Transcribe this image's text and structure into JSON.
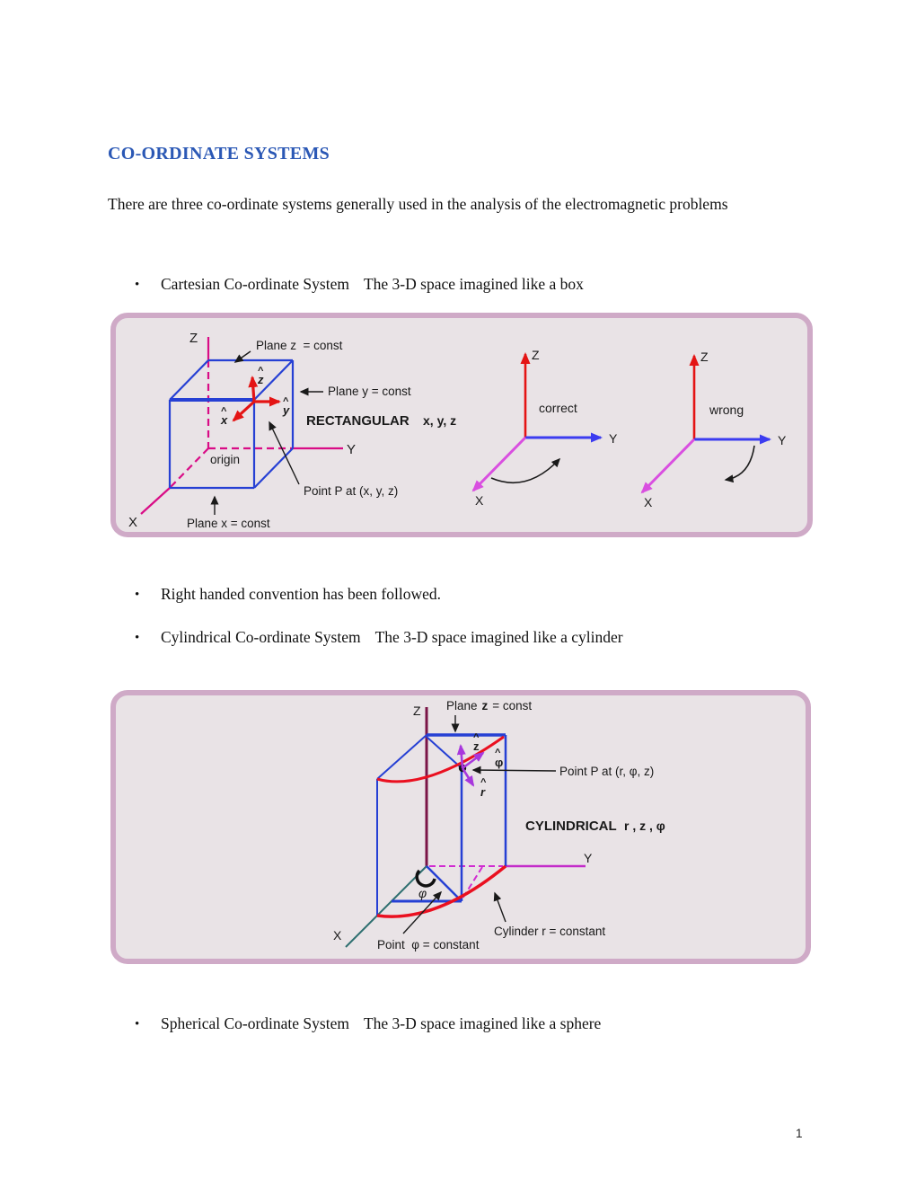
{
  "page_title": "CO-ORDINATE SYSTEMS",
  "intro": "There are three co-ordinate systems generally used in the analysis of the electromagnetic problems",
  "bullets": [
    {
      "name": "Cartesian Co-ordinate System",
      "desc": "The 3-D space imagined like a box"
    },
    {
      "name": "Right handed convention has been followed.",
      "desc": ""
    },
    {
      "name": "Cylindrical Co-ordinate System",
      "desc": "The 3-D space imagined like a cylinder"
    },
    {
      "name": "Spherical Co-ordinate System",
      "desc": "The 3-D space imagined like a sphere"
    }
  ],
  "page_number": "1",
  "colors": {
    "title_blue": "#2b58b5",
    "frame_pink": "#cfaac7",
    "panel_bg": "#e9e3e6",
    "cube_blue": "#2640d4",
    "axis_magenta": "#d90c86",
    "vector_red": "#e41414",
    "dark_red_label": "#9e1b3e",
    "triad_x_violet": "#d94fe0",
    "triad_y_blue": "#3c3cf0",
    "cyl_z_maroon": "#7a1447",
    "cyl_y_magenta": "#c32cc9",
    "cyl_x_teal": "#2e6f70",
    "cyl_unit_purple": "#a838dd",
    "arc_red": "#ea1020"
  },
  "fig_cartesian": {
    "axis_z": "Z",
    "axis_y": "Y",
    "axis_x": "X",
    "plane_z_label": "Plane z  = const",
    "plane_y_label": "Plane y = const",
    "plane_x_label": "Plane x = const",
    "origin_label": "origin",
    "point_label": "Point P at (x, y, z)",
    "system_name": "RECTANGULAR",
    "system_vars": "x, y, z",
    "hat": "^",
    "unit_x": "x",
    "unit_y": "y",
    "unit_z": "z",
    "correct_label": "correct",
    "wrong_label": "wrong",
    "tri_z": "Z",
    "tri_y": "Y",
    "tri_x": "X"
  },
  "fig_cylindrical": {
    "axis_z": "Z",
    "axis_y": "Y",
    "axis_x": "X",
    "plane_pre": "Plane",
    "plane_var": "z",
    "plane_post": "= const",
    "point_label": "Point P at (r, φ, z)",
    "system_name": "CYLINDRICAL",
    "system_vars": "r , z , φ",
    "hat": "^",
    "unit_z": "z",
    "unit_phi": "φ",
    "unit_r": "r",
    "angle_phi": "φ",
    "point_phi_label": "Point  φ = constant",
    "cylinder_label": "Cylinder r = constant"
  }
}
